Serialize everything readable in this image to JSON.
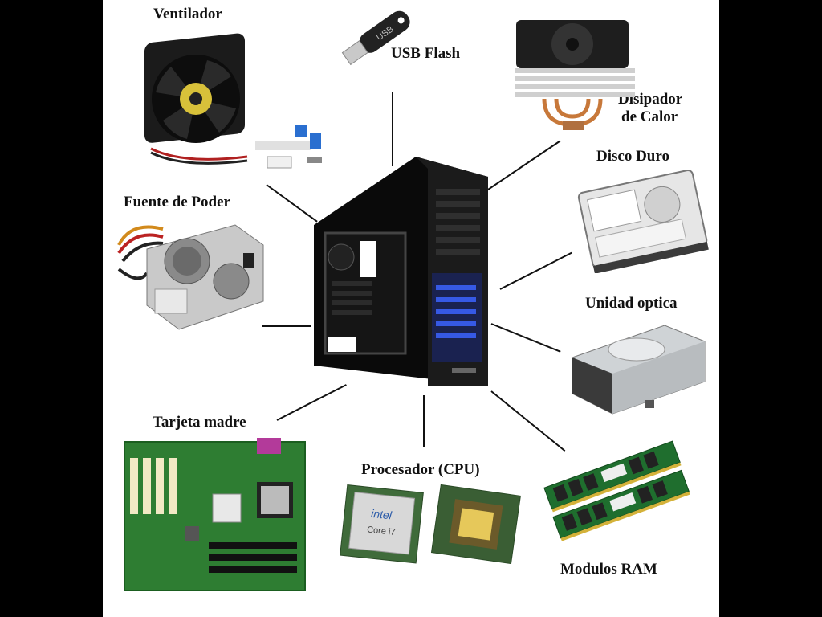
{
  "labels": {
    "ventilador": "Ventilador",
    "usb": "USB Flash",
    "disipador_1": "Disipador",
    "disipador_2": "de Calor",
    "disco": "Disco Duro",
    "fuente": "Fuente de Poder",
    "optica": "Unidad optica",
    "tarjeta": "Tarjeta madre",
    "procesador": "Procesador (CPU)",
    "ram": "Modulos RAM"
  },
  "icons": [
    "fan-icon",
    "usb-flash-icon",
    "heatsink-icon",
    "hard-drive-icon",
    "power-supply-icon",
    "optical-drive-icon",
    "motherboard-icon",
    "cpu-icon",
    "ram-icon",
    "tower-case-icon"
  ],
  "colors": {
    "background": "#ffffff",
    "side_bars": "#000000",
    "text": "#111111",
    "pcb_green": "#2e7d32",
    "case_glow": "#3b63ff"
  }
}
